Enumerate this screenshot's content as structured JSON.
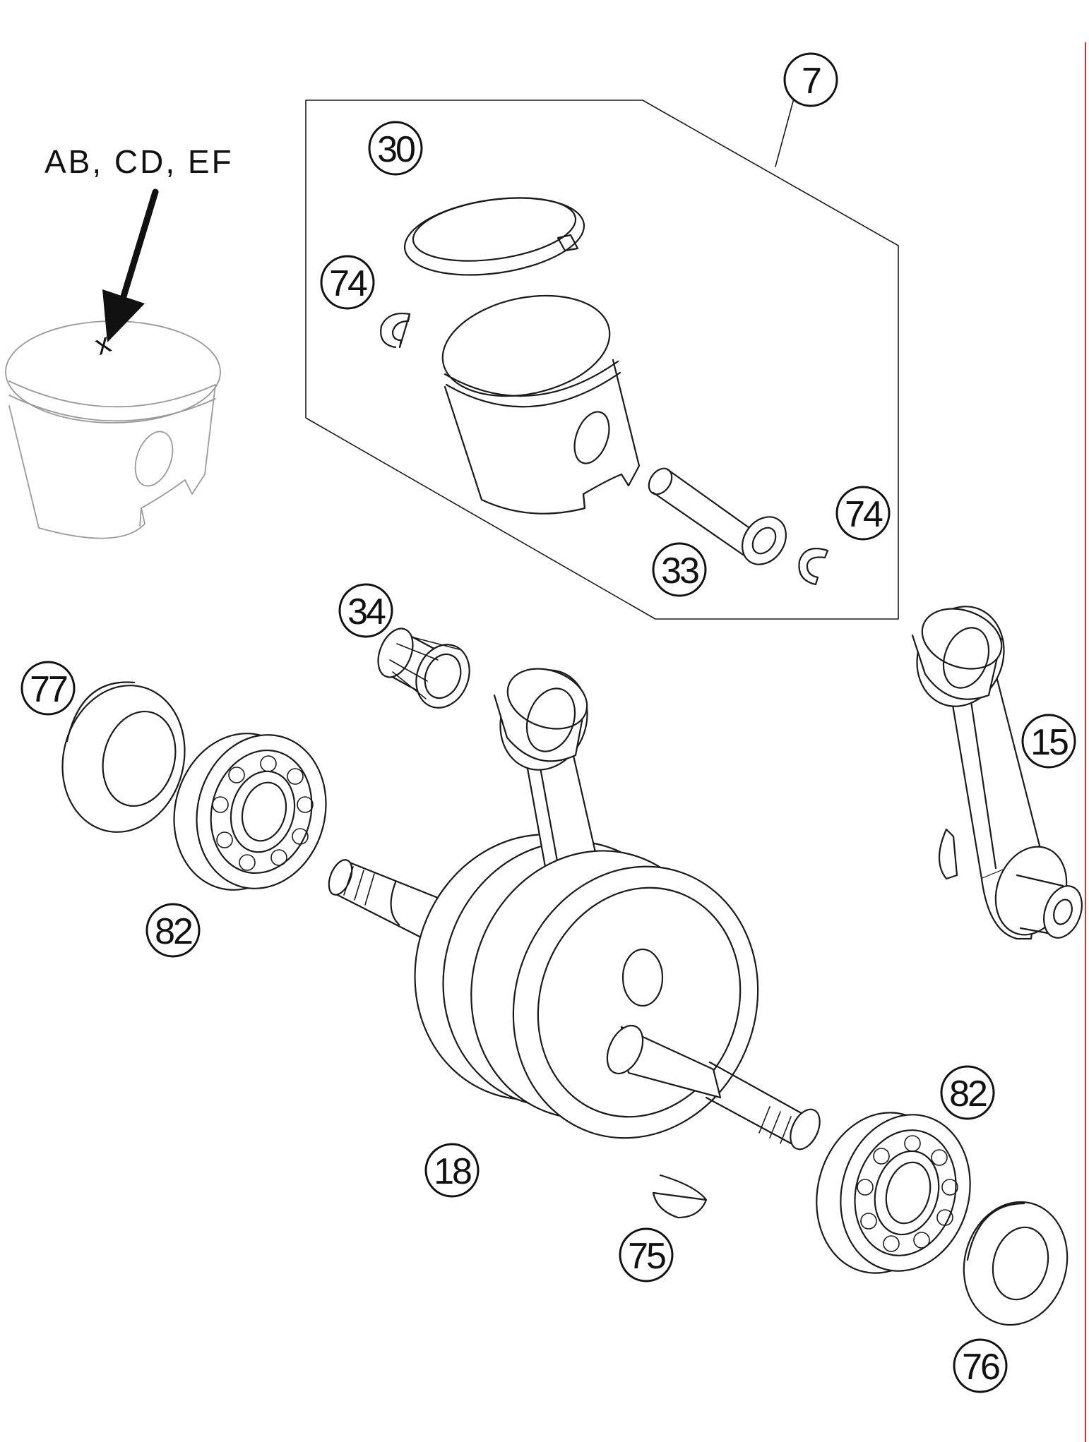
{
  "marking_note": {
    "label": "AB, CD, EF",
    "mark": "x"
  },
  "callouts": [
    {
      "id": "7",
      "text": "7"
    },
    {
      "id": "30",
      "text": "30"
    },
    {
      "id": "74a",
      "text": "74"
    },
    {
      "id": "74b",
      "text": "74"
    },
    {
      "id": "33",
      "text": "33"
    },
    {
      "id": "34",
      "text": "34"
    },
    {
      "id": "77",
      "text": "77"
    },
    {
      "id": "82a",
      "text": "82"
    },
    {
      "id": "15",
      "text": "15"
    },
    {
      "id": "18",
      "text": "18"
    },
    {
      "id": "82b",
      "text": "82"
    },
    {
      "id": "75",
      "text": "75"
    },
    {
      "id": "76",
      "text": "76"
    }
  ],
  "colors": {
    "line": "#1a1a1a",
    "ghost_line": "#9a9a9a",
    "border_right": "#e03030"
  }
}
